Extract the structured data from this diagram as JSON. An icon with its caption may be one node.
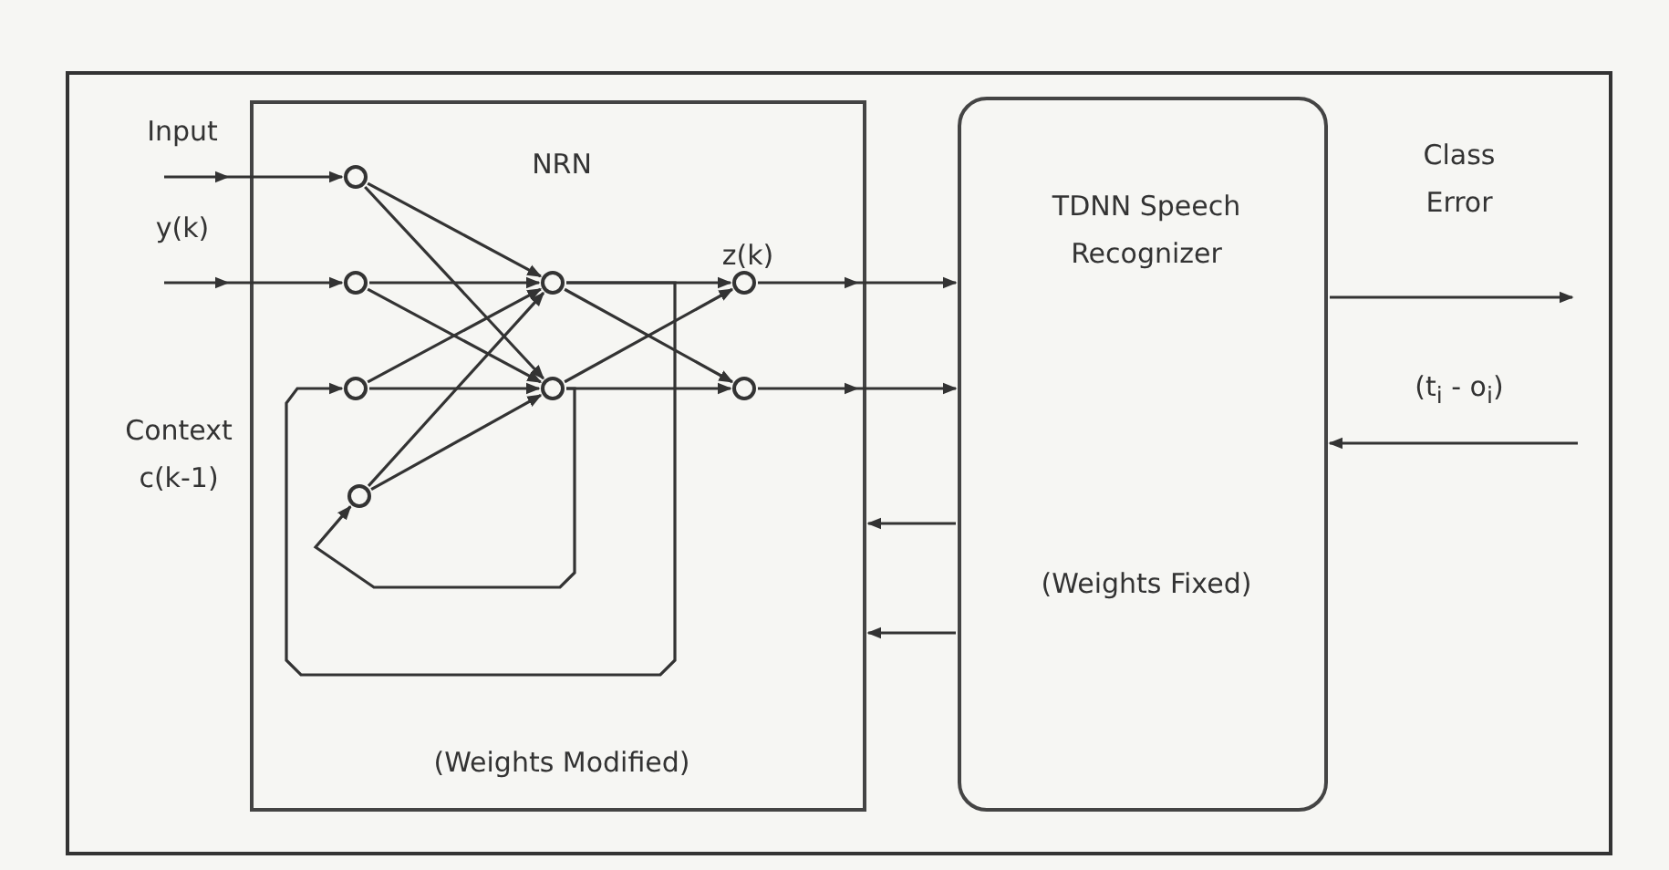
{
  "diagram": {
    "nodes": [
      {
        "text": [
          "NRN",
          "(Weights Modified)"
        ]
      },
      {
        "text": [
          "TDNN Speech Recognizer",
          "(Weights Fixed)"
        ]
      },
      {
        "text": [],
        "shape": "circle",
        "in": 0
      },
      {
        "text": [],
        "shape": "circle",
        "in": 0
      },
      {
        "text": [],
        "shape": "circle",
        "in": 0
      },
      {
        "text": [],
        "shape": "circle",
        "in": 0
      },
      {
        "text": [],
        "shape": "circle",
        "in": 0
      },
      {
        "text": [],
        "shape": "circle",
        "in": 0
      },
      {
        "text": [],
        "shape": "circle",
        "in": 0
      },
      {
        "text": [],
        "shape": "circle",
        "in": 0
      }
    ],
    "edges": [
      {
        "from": null,
        "to": 2,
        "arrow": "to"
      },
      {
        "from": null,
        "to": 3,
        "arrow": "to"
      },
      {
        "from": 2,
        "to": 6,
        "arrow": "to"
      },
      {
        "from": 2,
        "to": 7,
        "arrow": "to"
      },
      {
        "from": 3,
        "to": 6,
        "arrow": "to"
      },
      {
        "from": 3,
        "to": 7,
        "arrow": "to"
      },
      {
        "from": 4,
        "to": 6,
        "arrow": "to"
      },
      {
        "from": 4,
        "to": 7,
        "arrow": "to"
      },
      {
        "from": 5,
        "to": 6,
        "arrow": "to"
      },
      {
        "from": 5,
        "to": 7,
        "arrow": "to"
      },
      {
        "from": 6,
        "to": 8,
        "arrow": "to"
      },
      {
        "from": 6,
        "to": 9,
        "arrow": "to"
      },
      {
        "from": 7,
        "to": 8,
        "arrow": "to"
      },
      {
        "from": 7,
        "to": 9,
        "arrow": "to"
      },
      {
        "from": 8,
        "to": 1,
        "arrow": "to"
      },
      {
        "from": 9,
        "to": 1,
        "arrow": "to"
      },
      {
        "from": 1,
        "to": 0,
        "arrow": "to"
      },
      {
        "from": 1,
        "to": 0,
        "arrow": "to"
      },
      {
        "from": 1,
        "to": null,
        "arrow": "to"
      },
      {
        "from": null,
        "to": 1,
        "arrow": "to"
      },
      {
        "from": 7,
        "to": 5,
        "arrow": "to"
      },
      {
        "from": 6,
        "to": 4,
        "arrow": "to"
      }
    ],
    "labels": [
      "Input",
      "y(k)",
      "Context c(k-1)",
      "z(k)",
      "Class Error",
      "(t$_{i}$ - o$_{i}$)"
    ]
  }
}
